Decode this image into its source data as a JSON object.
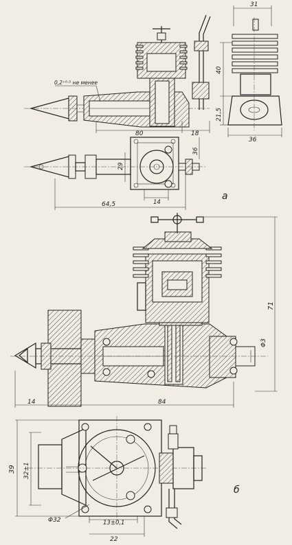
{
  "views": {
    "a": {
      "label": "а",
      "note": "0,2⁺⁰·⁵ не менее",
      "dims": {
        "top_width": "31",
        "height_40": "40",
        "height_21_5": "21,5",
        "bottom_width": "36",
        "len_80": "80",
        "len_18": "18",
        "width_29": "29",
        "width_36": "36",
        "len_64_5": "64,5",
        "len_14": "14"
      }
    },
    "main_section": {
      "dims": {
        "height_71": "71",
        "dia_3": "Φ3",
        "len_14": "14",
        "len_84": "84"
      }
    },
    "b": {
      "label": "б",
      "dims": {
        "height_39": "39",
        "height_32": "32±1",
        "dia_32": "Φ32",
        "tol_13": "13±0,1",
        "width_22": "22"
      }
    }
  }
}
